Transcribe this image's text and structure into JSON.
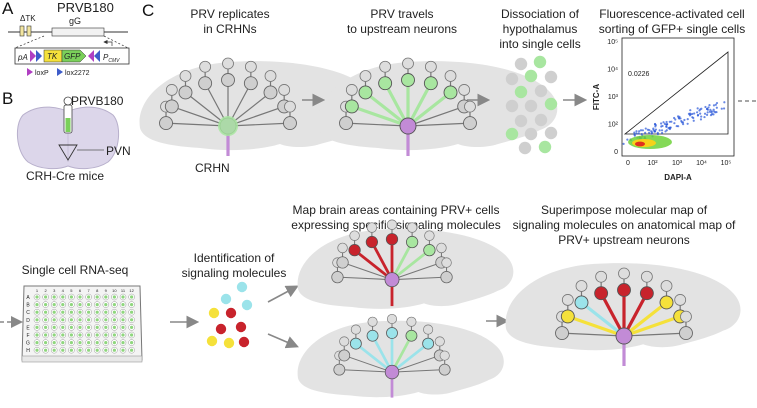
{
  "panels": {
    "a": "A",
    "b": "B",
    "c": "C"
  },
  "construct": {
    "name": "PRVB180",
    "gene_gg": "gG",
    "delta_tk": "ΔTK",
    "pa": "pA",
    "tk": "TK",
    "gfp": "GFP",
    "pcmv": "P",
    "pcmv_sub": "CMV",
    "loxp": "loxP",
    "lox2272": "lox2272"
  },
  "brain_b": {
    "virus": "PRVB180",
    "target": "PVN",
    "mice": "CRH-Cre mice"
  },
  "steps": {
    "s1": [
      "PRV replicates",
      "in CRHNs"
    ],
    "s1_cell": "CRHN",
    "s2": [
      "PRV travels",
      "to upstream neurons"
    ],
    "s3": [
      "Dissociation of",
      "hypothalamus",
      "into single cells"
    ],
    "s4": [
      "Fluorescence-activated cell",
      "sorting of GFP+ single cells"
    ],
    "s5": [
      "Single cell RNA-seq"
    ],
    "s6": [
      "Identification of",
      "signaling molecules"
    ],
    "s7": [
      "Map brain areas containing PRV+ cells",
      "expressing specific signaling molecules"
    ],
    "s8": [
      "Superimpose molecular map of",
      "signaling molecules on anatomical map of",
      "PRV+ upstream neurons"
    ]
  },
  "facs": {
    "ylabel": "FITC-A",
    "xlabel": "DAPI-A",
    "gate_value": "0.0226",
    "yticks": [
      "10⁵",
      "10⁴",
      "10³",
      "10²",
      "0"
    ],
    "xticks": [
      "0",
      "10²",
      "10³",
      "10⁴",
      "10⁵"
    ]
  },
  "plate": {
    "rows": [
      "A",
      "B",
      "C",
      "D",
      "E",
      "F",
      "G",
      "H"
    ],
    "cols": [
      "1",
      "2",
      "3",
      "4",
      "5",
      "6",
      "7",
      "8",
      "9",
      "10",
      "11",
      "12"
    ]
  },
  "colors": {
    "gfp": "#a8e6a0",
    "red": "#c8232c",
    "cyan": "#9be3ea",
    "yellow": "#f5e13a",
    "purple": "#c28bd6",
    "gray_neuron": "#cfcfcf",
    "brain": "#e3e3e3"
  }
}
